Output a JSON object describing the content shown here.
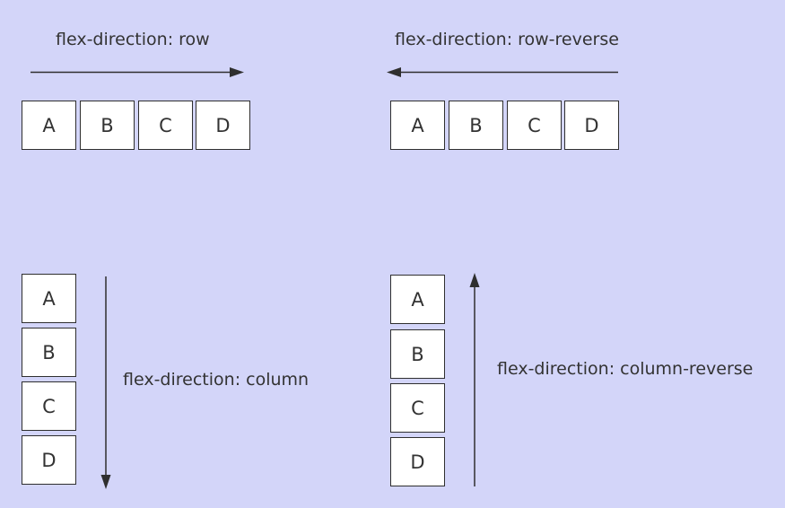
{
  "colors": {
    "background": "#d3d5f9",
    "box_fill": "#ffffff",
    "stroke": "#2f2f2f",
    "text": "#333333"
  },
  "row": {
    "caption": "flex-direction: row",
    "items": [
      "A",
      "B",
      "C",
      "D"
    ],
    "arrow": "right-arrow"
  },
  "row_reverse": {
    "caption": "flex-direction: row-reverse",
    "items": [
      "A",
      "B",
      "C",
      "D"
    ],
    "arrow": "left-arrow"
  },
  "column": {
    "caption": "flex-direction: column",
    "items": [
      "A",
      "B",
      "C",
      "D"
    ],
    "arrow": "down-arrow"
  },
  "column_reverse": {
    "caption": "flex-direction: column-reverse",
    "items": [
      "A",
      "B",
      "C",
      "D"
    ],
    "arrow": "up-arrow"
  }
}
